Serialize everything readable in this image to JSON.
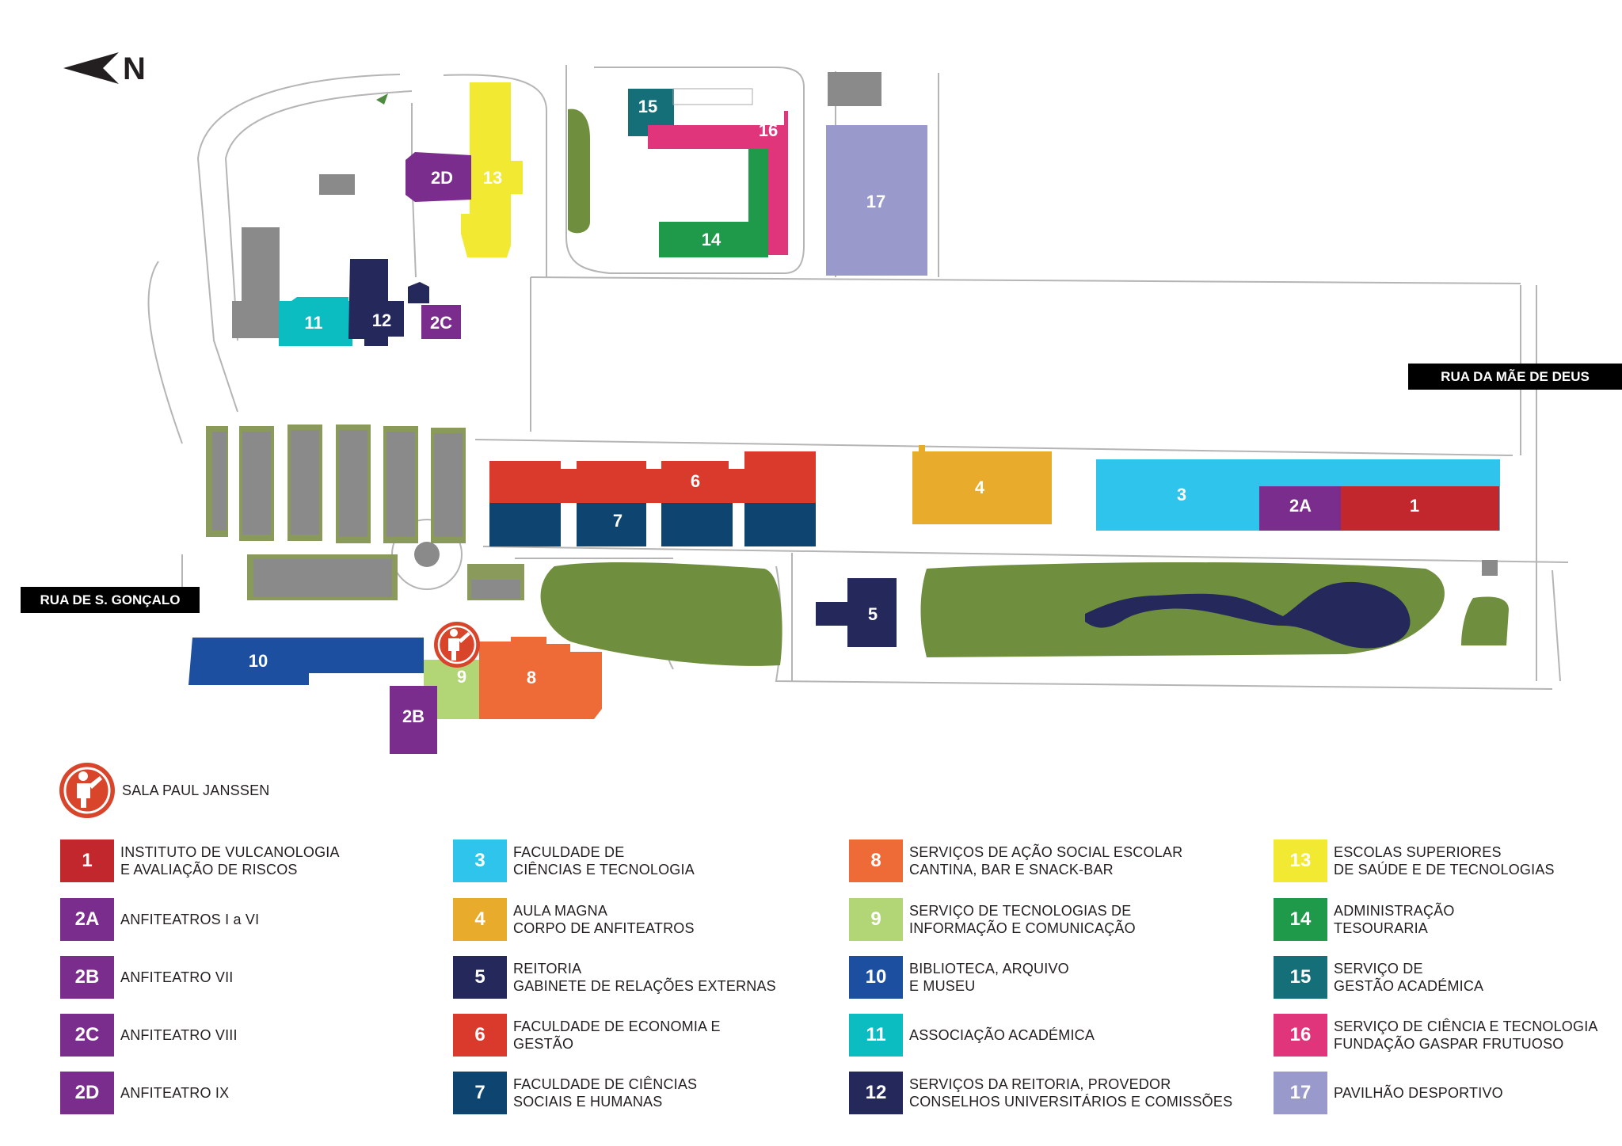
{
  "map": {
    "north_label": "N",
    "streets": {
      "west": "RUA DE S. GONÇALO",
      "east": "RUA DA MÃE DE DEUS"
    },
    "poi_icon": "person-pointing-icon"
  },
  "colors": {
    "1": "#c1272d",
    "2": "#7b2d8e",
    "3": "#2ec4ec",
    "4": "#e8ab2b",
    "5": "#24285b",
    "6": "#d93a2b",
    "7": "#0d4570",
    "8": "#ee6a36",
    "9": "#b2d576",
    "10": "#1c4fa0",
    "11": "#0bbcc1",
    "12": "#24285b",
    "13": "#f2e933",
    "14": "#1f9a4b",
    "15": "#146f78",
    "16": "#e0357a",
    "17": "#9a99cb",
    "green_area": "#6f8f3f",
    "parking": "#8a8a8a",
    "poi": "#d9452b"
  },
  "buildings": {
    "b1": "1",
    "b2a": "2A",
    "b2b": "2B",
    "b2c": "2C",
    "b2d": "2D",
    "b3": "3",
    "b4": "4",
    "b5": "5",
    "b6": "6",
    "b7": "7",
    "b8": "8",
    "b9": "9",
    "b10": "10",
    "b11": "11",
    "b12": "12",
    "b13": "13",
    "b14": "14",
    "b15": "15",
    "b16": "16",
    "b17": "17"
  },
  "legend": {
    "poi": {
      "label": "SALA PAUL JANSSEN",
      "icon": "person-pointing-icon"
    },
    "items": [
      {
        "code": "1",
        "lines": [
          "INSTITUTO DE VULCANOLOGIA",
          "E AVALIAÇÃO DE RISCOS"
        ]
      },
      {
        "code": "2A",
        "lines": [
          "ANFITEATROS I a VI"
        ]
      },
      {
        "code": "2B",
        "lines": [
          "ANFITEATRO VII"
        ]
      },
      {
        "code": "2C",
        "lines": [
          "ANFITEATRO VIII"
        ]
      },
      {
        "code": "2D",
        "lines": [
          "ANFITEATRO IX"
        ]
      },
      {
        "code": "3",
        "lines": [
          "FACULDADE DE",
          "CIÊNCIAS E TECNOLOGIA"
        ]
      },
      {
        "code": "4",
        "lines": [
          "AULA MAGNA",
          "CORPO DE ANFITEATROS"
        ]
      },
      {
        "code": "5",
        "lines": [
          "REITORIA",
          "GABINETE DE RELAÇÕES EXTERNAS"
        ]
      },
      {
        "code": "6",
        "lines": [
          "FACULDADE DE ECONOMIA E",
          "GESTÃO"
        ]
      },
      {
        "code": "7",
        "lines": [
          "FACULDADE DE CIÊNCIAS",
          "SOCIAIS E HUMANAS"
        ]
      },
      {
        "code": "8",
        "lines": [
          "SERVIÇOS DE AÇÃO SOCIAL ESCOLAR",
          "CANTINA, BAR E SNACK-BAR"
        ]
      },
      {
        "code": "9",
        "lines": [
          "SERVIÇO DE TECNOLOGIAS DE",
          "INFORMAÇÃO E COMUNICAÇÃO"
        ]
      },
      {
        "code": "10",
        "lines": [
          "BIBLIOTECA, ARQUIVO",
          "E MUSEU"
        ]
      },
      {
        "code": "11",
        "lines": [
          "ASSOCIAÇÃO ACADÉMICA"
        ]
      },
      {
        "code": "12",
        "lines": [
          "SERVIÇOS DA REITORIA, PROVEDOR",
          "CONSELHOS UNIVERSITÁRIOS E COMISSÕES"
        ]
      },
      {
        "code": "13",
        "lines": [
          "ESCOLAS SUPERIORES",
          "DE SAÚDE E DE TECNOLOGIAS"
        ]
      },
      {
        "code": "14",
        "lines": [
          "ADMINISTRAÇÃO",
          "TESOURARIA"
        ]
      },
      {
        "code": "15",
        "lines": [
          "SERVIÇO DE",
          "GESTÃO ACADÉMICA"
        ]
      },
      {
        "code": "16",
        "lines": [
          "SERVIÇO DE CIÊNCIA E TECNOLOGIA",
          "FUNDAÇÃO GASPAR FRUTUOSO"
        ]
      },
      {
        "code": "17",
        "lines": [
          "PAVILHÃO DESPORTIVO"
        ]
      }
    ]
  }
}
